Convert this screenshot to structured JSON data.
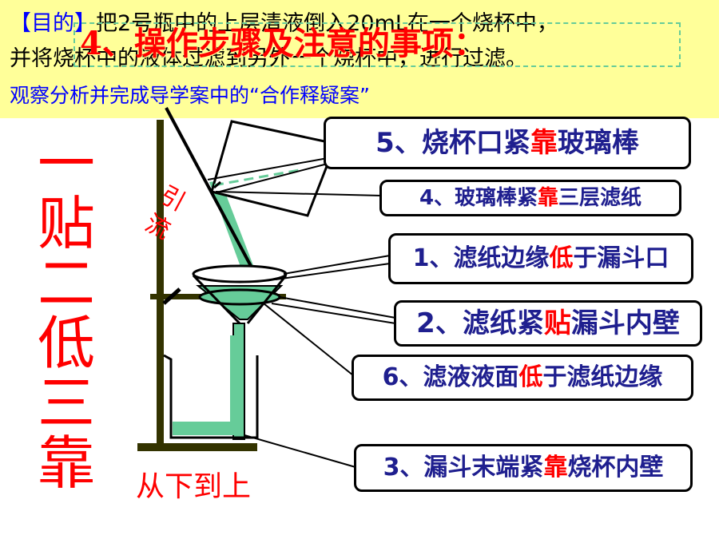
{
  "header": {
    "purpose_tag": "【目的】",
    "purpose_text_1": "把2号瓶中的上层清液倒入20mL在一个烧杯中，",
    "purpose_text_2": "并将烧杯中的液体过滤到另外一个烧杯中，进行过滤。",
    "observe_text": "观察分析并完成导学案中的“合作释疑案”",
    "section_title": "4、操作步骤及注意的事项："
  },
  "mnemonic": [
    "一",
    "贴",
    "二",
    "低",
    "三",
    "靠"
  ],
  "diagram_labels": {
    "flow_label": "引流",
    "bottom_label": "从下到上"
  },
  "callouts": [
    {
      "id": "c5",
      "pre": "5、烧杯口紧",
      "hl": "靠",
      "post": "玻璃棒"
    },
    {
      "id": "c4",
      "pre": "4、玻璃棒紧",
      "hl": "靠",
      "post": "三层滤纸"
    },
    {
      "id": "c1",
      "pre": "1、滤纸边缘",
      "hl": "低",
      "post": "于漏斗口"
    },
    {
      "id": "c2",
      "pre": "2、滤纸紧",
      "hl": "贴",
      "post": "漏斗内壁"
    },
    {
      "id": "c6",
      "pre": "6、滤液液面",
      "hl": "低",
      "post": "于滤纸边缘"
    },
    {
      "id": "c3",
      "pre": "3、漏斗末端紧",
      "hl": "靠",
      "post": "烧杯内壁"
    }
  ],
  "colors": {
    "banner": "#ffff99",
    "accent_red": "#ff0000",
    "callout_text": "#1f1f8f",
    "liquid_green": "#66cc99"
  }
}
